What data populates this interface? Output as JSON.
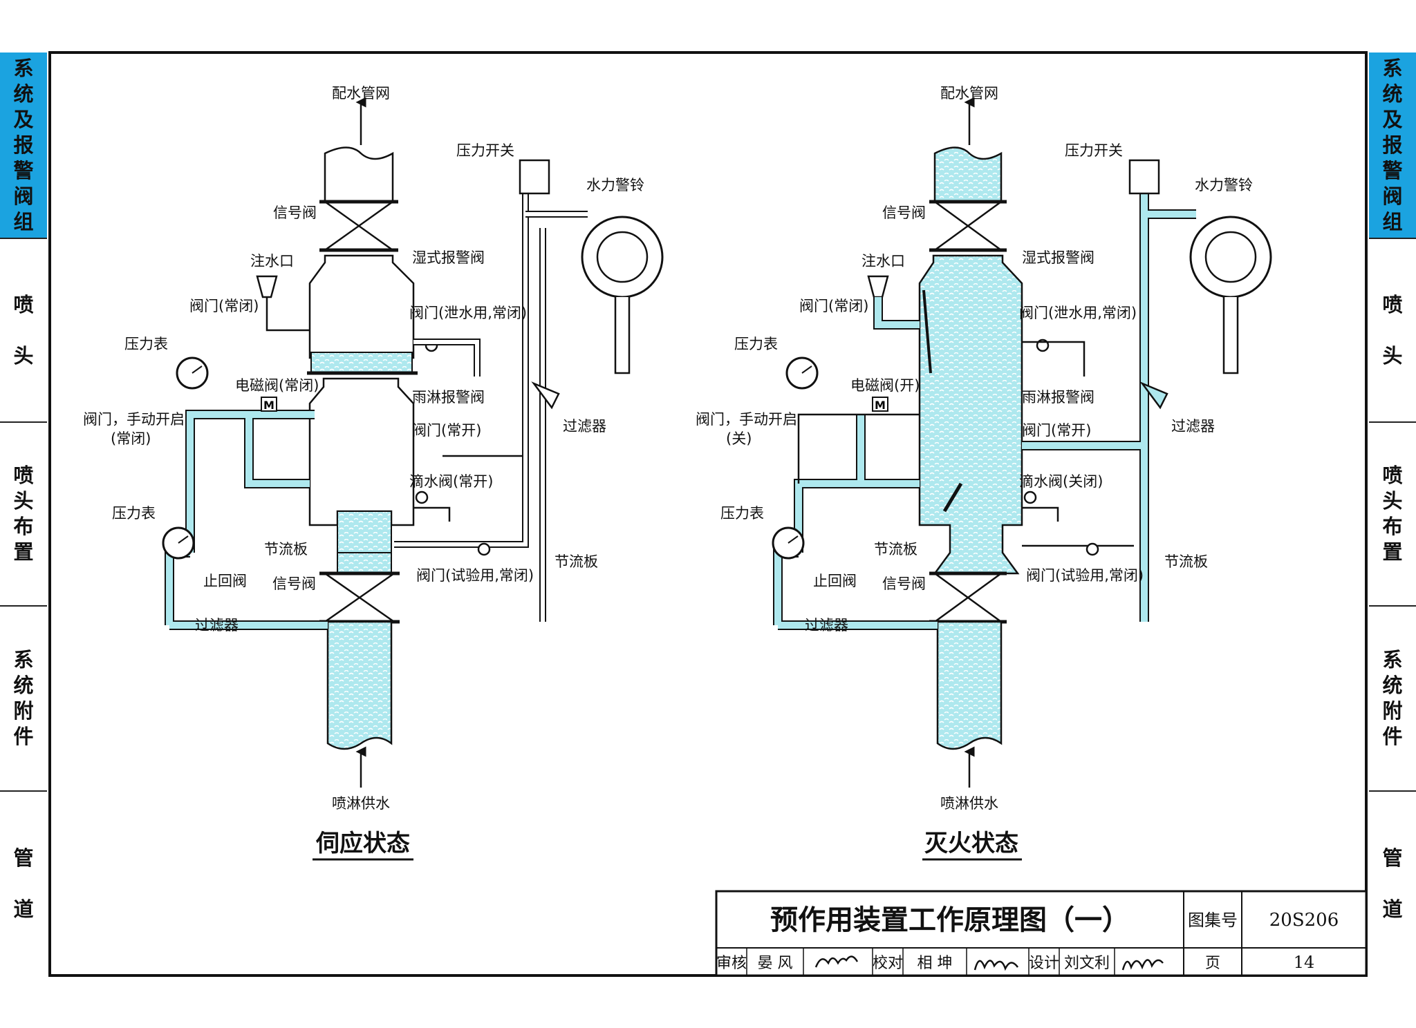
{
  "sidebar": {
    "items": [
      {
        "label": "系\n统\n及\n报\n警\n阀\n组",
        "active": true
      },
      {
        "label": "喷\n\n头",
        "active": false
      },
      {
        "label": "喷\n头\n布\n置",
        "active": false
      },
      {
        "label": "系\n统\n附\n件",
        "active": false
      },
      {
        "label": "管\n\n道",
        "active": false
      }
    ]
  },
  "colors": {
    "water": "#aee8ee",
    "water_dark": "#6fc7d3",
    "accent": "#1ba3e0",
    "line": "#111111"
  },
  "left_diagram": {
    "state_title": "伺应状态",
    "labels": {
      "top_outlet": "配水管网",
      "pressure_switch": "压力开关",
      "water_bell": "水力警铃",
      "signal_valve_top": "信号阀",
      "wet_alarm_valve": "湿式报警阀",
      "fill_port": "注水口",
      "valve_normally_closed": "阀门(常闭)",
      "drain_valve": "阀门(泄水用,常闭)",
      "pressure_gauge_1": "压力表",
      "solenoid_valve": "电磁阀(常闭)",
      "deluge_valve": "雨淋报警阀",
      "manual_valve_a": "阀门，手动开启",
      "manual_valve_b": "(常闭)",
      "valve_normally_open": "阀门(常开)",
      "strainer_right": "过滤器",
      "drip_valve": "滴水阀(常开)",
      "pressure_gauge_2": "压力表",
      "orifice_plate_left": "节流板",
      "orifice_plate_right": "节流板",
      "check_valve": "止回阀",
      "signal_valve_bottom": "信号阀",
      "test_valve": "阀门(试验用,常闭)",
      "strainer_left": "过滤器",
      "supply": "喷淋供水"
    }
  },
  "right_diagram": {
    "state_title": "灭火状态",
    "labels": {
      "top_outlet": "配水管网",
      "pressure_switch": "压力开关",
      "water_bell": "水力警铃",
      "signal_valve_top": "信号阀",
      "wet_alarm_valve": "湿式报警阀",
      "fill_port": "注水口",
      "valve_normally_closed": "阀门(常闭)",
      "drain_valve": "阀门(泄水用,常闭)",
      "pressure_gauge_1": "压力表",
      "solenoid_valve": "电磁阀(开)",
      "deluge_valve": "雨淋报警阀",
      "manual_valve_a": "阀门，手动开启",
      "manual_valve_b": "(关)",
      "valve_normally_open": "阀门(常开)",
      "strainer_right": "过滤器",
      "drip_valve": "滴水阀(关闭)",
      "pressure_gauge_2": "压力表",
      "orifice_plate_left": "节流板",
      "orifice_plate_right": "节流板",
      "check_valve": "止回阀",
      "signal_valve_bottom": "信号阀",
      "test_valve": "阀门(试验用,常闭)",
      "strainer_left": "过滤器",
      "supply": "喷淋供水"
    }
  },
  "title_block": {
    "title": "预作用装置工作原理图（一）",
    "atlas_label": "图集号",
    "atlas_no": "20S206",
    "reviewer_label": "审核",
    "reviewer": "晏 风",
    "checker_label": "校对",
    "checker": "相 坤",
    "designer_label": "设计",
    "designer": "刘文利",
    "page_label": "页",
    "page_no": "14"
  },
  "signatures": {
    "reviewer": "晏风",
    "checker": "相坤",
    "designer": "刘文利"
  }
}
